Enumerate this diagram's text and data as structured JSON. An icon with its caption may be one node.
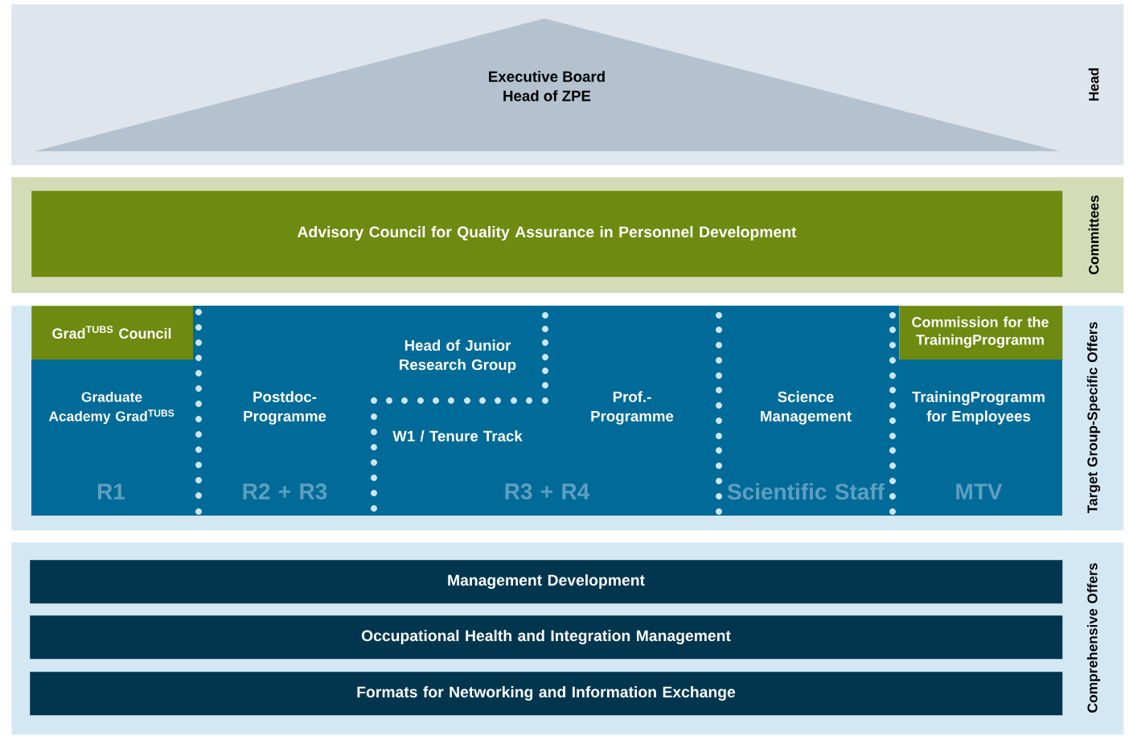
{
  "diagram": {
    "nodes": [
      {
        "text": [
          "Head"
        ]
      },
      {
        "text": [
          "Executive Board",
          "Head of ZPE"
        ],
        "in": 0
      },
      {
        "text": [
          "Committees"
        ]
      },
      {
        "text": [
          "Advisory Council for Quality Assurance in Personnel Development"
        ],
        "in": 2
      },
      {
        "text": [
          "Target Group-Specific Offers"
        ]
      },
      {
        "text": [
          "Grad$^{TUBS}$ Council"
        ],
        "in": 4
      },
      {
        "text": [
          "Commission for the TrainingProgramm"
        ],
        "in": 4
      },
      {
        "text": [
          "Comprehensive Offers"
        ]
      },
      {
        "text": [
          "Management Development"
        ],
        "in": 7
      },
      {
        "text": [
          "Occupational Health and Integration Management"
        ],
        "in": 7
      },
      {
        "text": [
          "Formats for Networking and Information Exchange"
        ],
        "in": 7
      }
    ],
    "labels": [
      "Graduate Academy Grad$^{TUBS}$",
      "Head of Junior Research Group",
      "Postdoc-Programme",
      "Prof.-Programme",
      "Science Management",
      "TrainingProgramm for Employees",
      "W1 / Tenure Track",
      "R1",
      "R2 + R3",
      "R3 + R4",
      "Scientific Staff",
      "MTV"
    ]
  }
}
